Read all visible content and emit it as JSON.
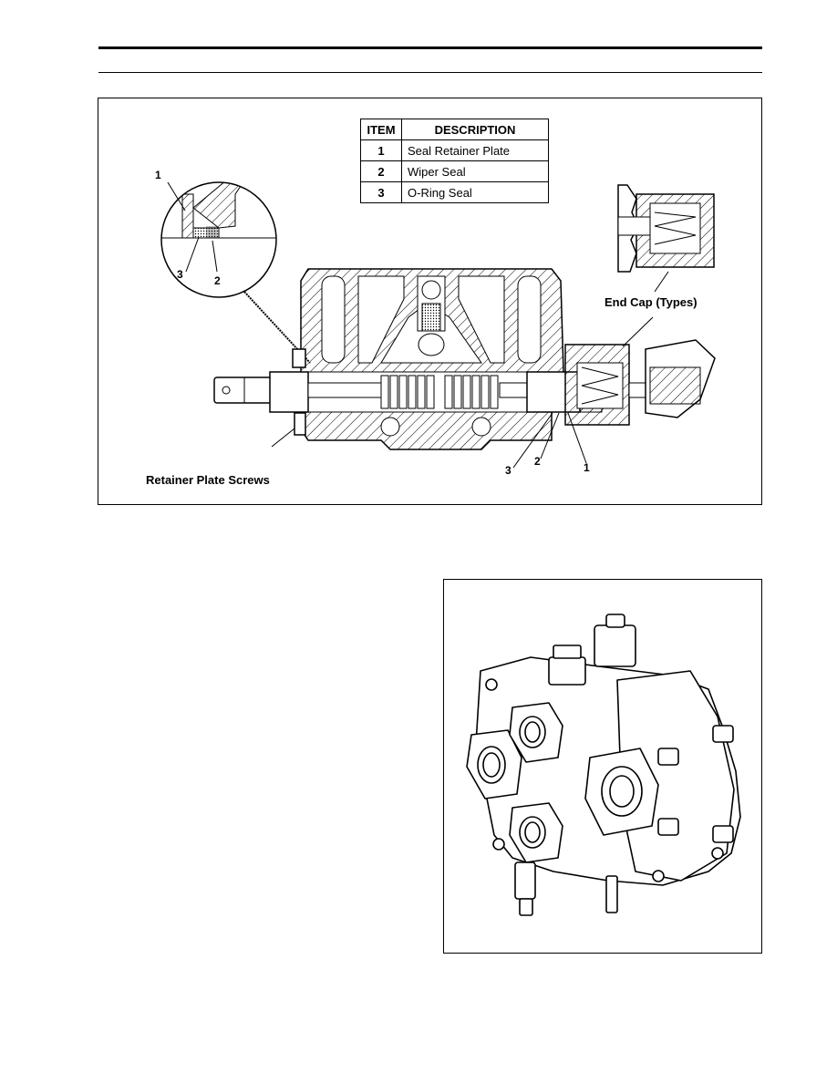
{
  "figure1": {
    "legend": {
      "headers": [
        "ITEM",
        "DESCRIPTION"
      ],
      "rows": [
        {
          "item": "1",
          "description": "Seal Retainer Plate"
        },
        {
          "item": "2",
          "description": "Wiper Seal"
        },
        {
          "item": "3",
          "description": "O-Ring Seal"
        }
      ]
    },
    "callouts": {
      "detail_1": "1",
      "detail_3": "3",
      "detail_2": "2",
      "end_cap": "End Cap (Types)",
      "retainer_screws": "Retainer Plate Screws",
      "main_3": "3",
      "main_2": "2",
      "main_1": "1"
    }
  },
  "figure2": {
    "illustration": "control-valve-assembly-illustration"
  }
}
